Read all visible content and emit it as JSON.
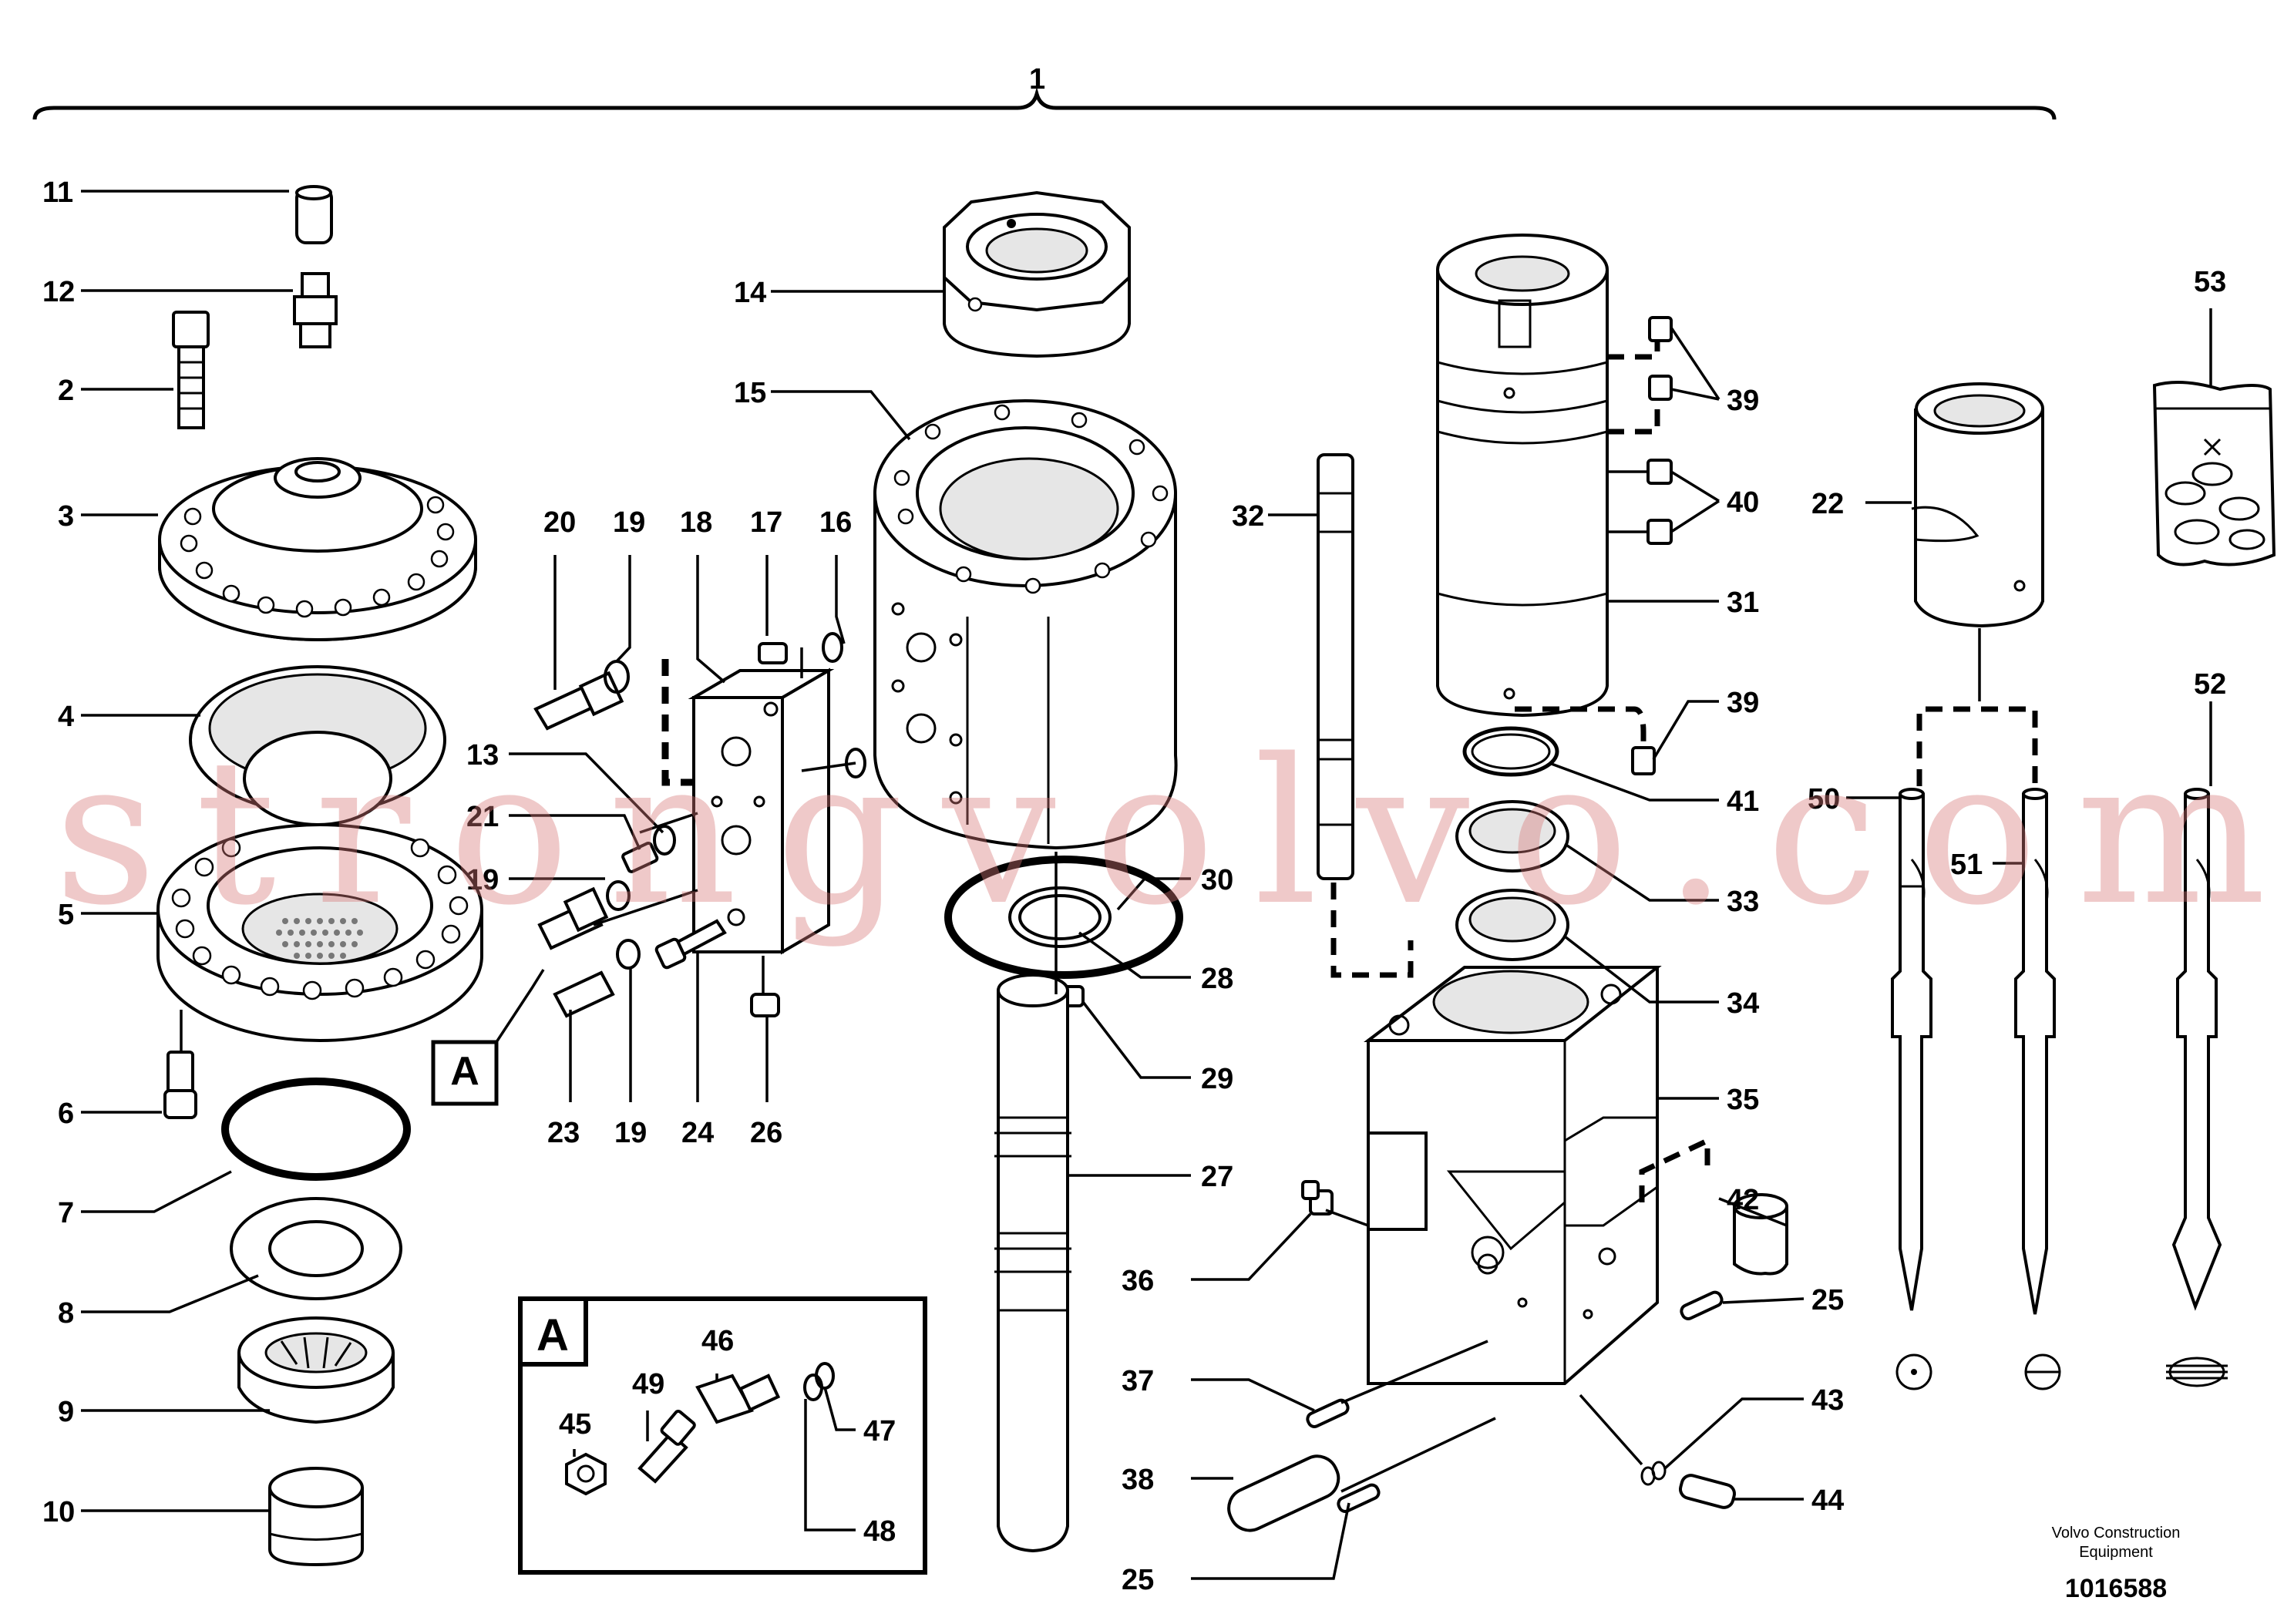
{
  "drawing": {
    "assembly_label": "1",
    "inset_label": "A",
    "callout_a_label": "A",
    "company": "Volvo Construction\nEquipment",
    "company_line1": "Volvo Construction",
    "company_line2": "Equipment",
    "drawing_number": "1016588",
    "watermark": "strongvolvo.com"
  },
  "callouts": {
    "c11": "11",
    "c12": "12",
    "c2": "2",
    "c3": "3",
    "c4": "4",
    "c5": "5",
    "c6": "6",
    "c7": "7",
    "c8": "8",
    "c9": "9",
    "c10": "10",
    "c14": "14",
    "c15": "15",
    "c20": "20",
    "c19a": "19",
    "c18": "18",
    "c17": "17",
    "c16": "16",
    "c13": "13",
    "c21": "21",
    "c19b": "19",
    "c23": "23",
    "c19c": "19",
    "c24": "24",
    "c26": "26",
    "c30": "30",
    "c28": "28",
    "c29": "29",
    "c27": "27",
    "c32": "32",
    "c39a": "39",
    "c40": "40",
    "c31": "31",
    "c39b": "39",
    "c41": "41",
    "c33": "33",
    "c34": "34",
    "c35": "35",
    "c42": "42",
    "c36": "36",
    "c25a": "25",
    "c37": "37",
    "c43": "43",
    "c38": "38",
    "c44": "44",
    "c25b": "25",
    "c53": "53",
    "c22": "22",
    "c52": "52",
    "c50": "50",
    "c51": "51",
    "c45": "45",
    "c49": "49",
    "c46": "46",
    "c47": "47",
    "c48": "48"
  }
}
